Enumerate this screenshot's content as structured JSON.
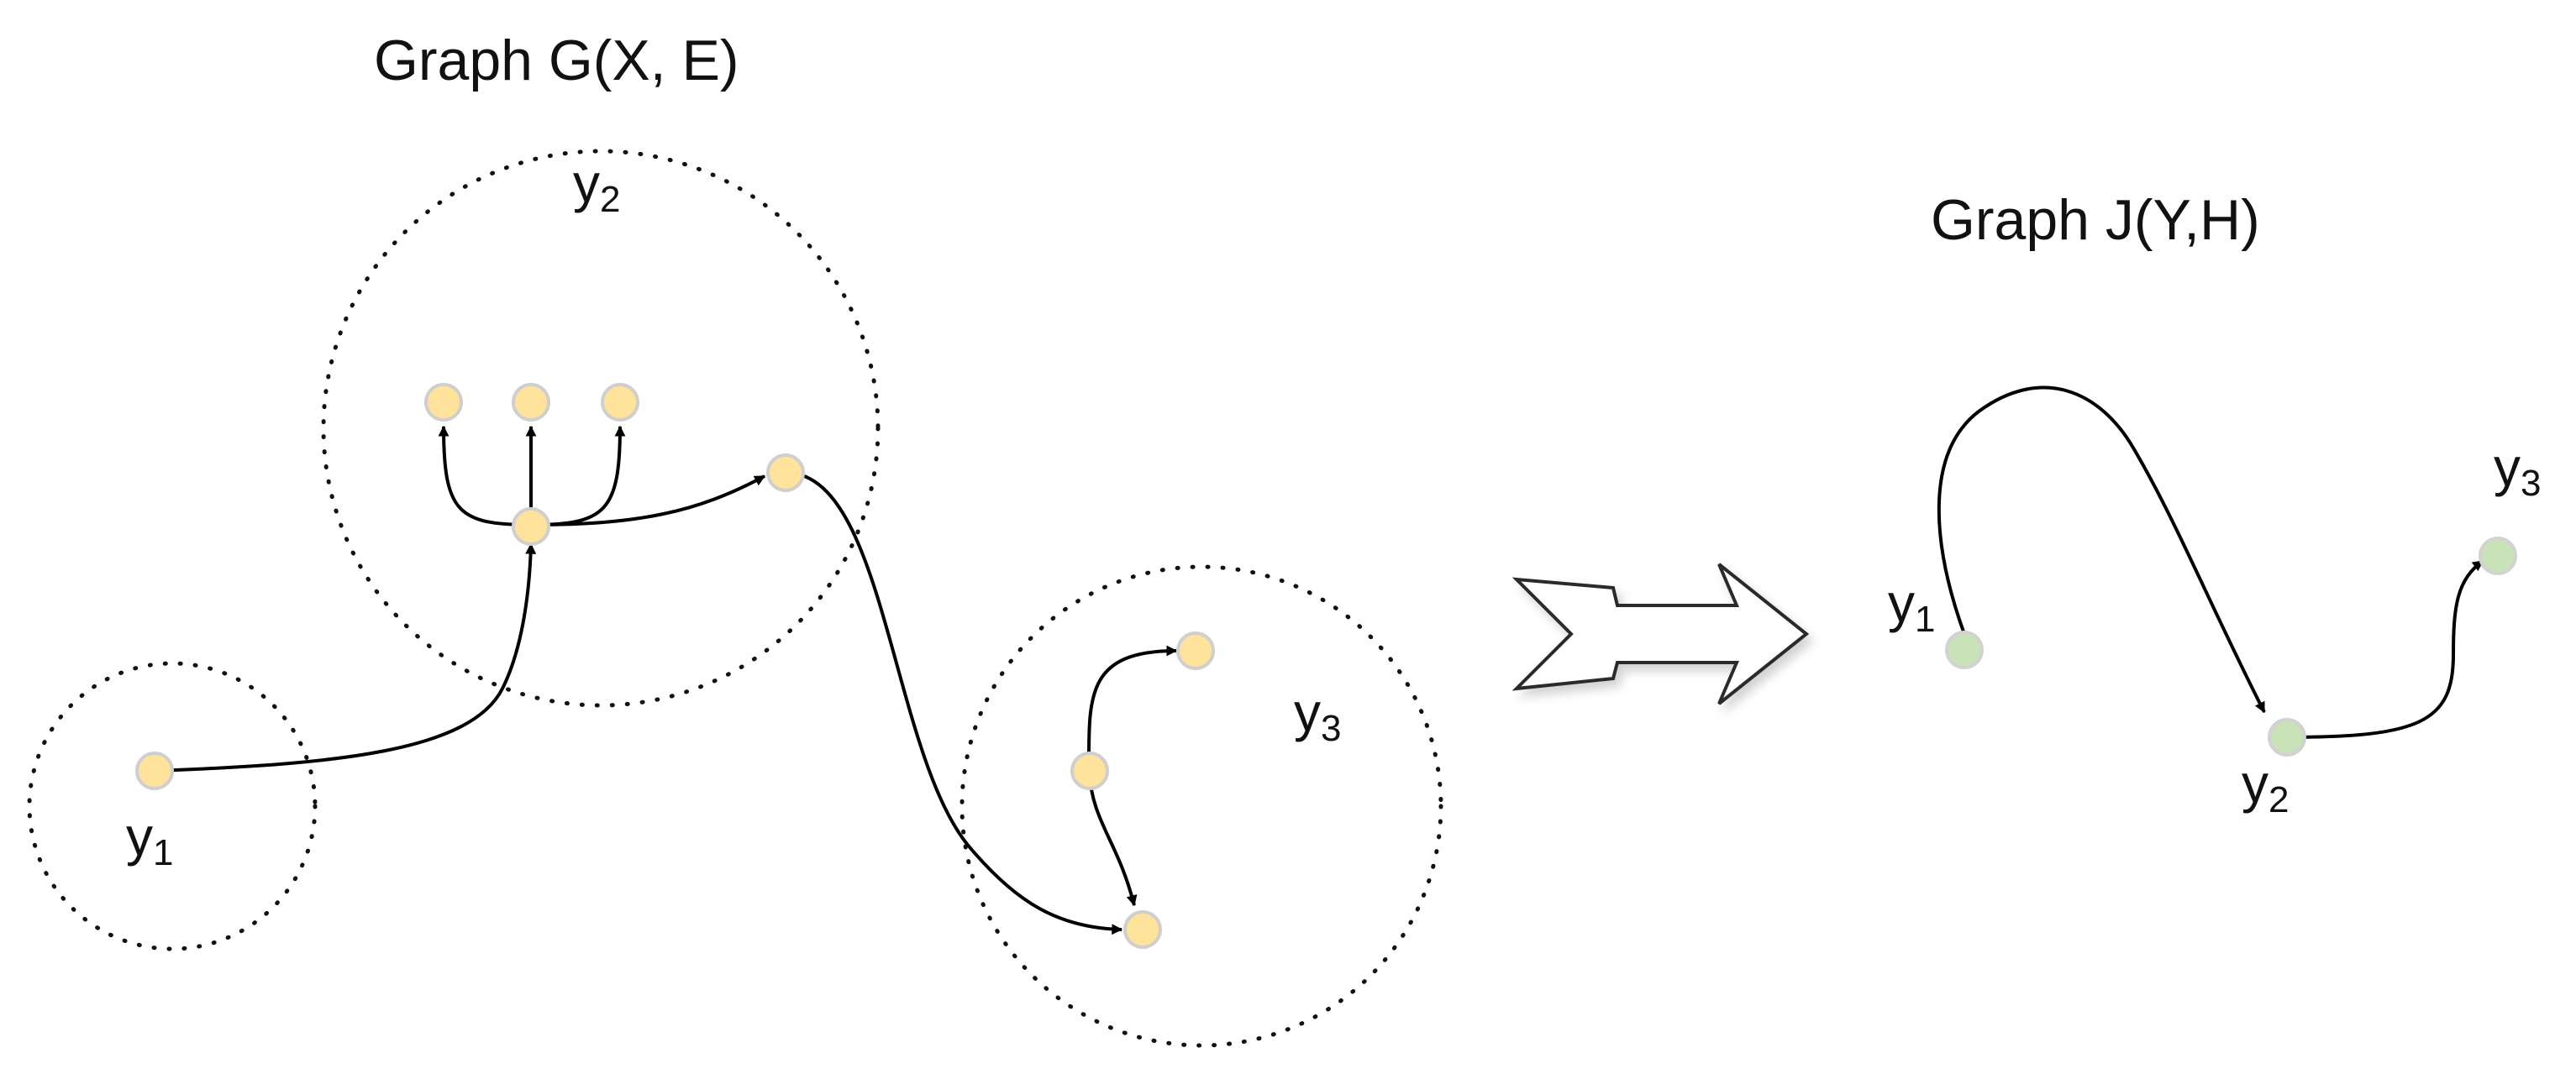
{
  "graph_left": {
    "title": "Graph G(X, E)",
    "clusters": [
      {
        "label_base": "y",
        "label_sub": "1"
      },
      {
        "label_base": "y",
        "label_sub": "2"
      },
      {
        "label_base": "y",
        "label_sub": "3"
      }
    ],
    "node_color": "#FFE39A"
  },
  "graph_right": {
    "title": "Graph J(Y,H)",
    "nodes": [
      {
        "label_base": "y",
        "label_sub": "1"
      },
      {
        "label_base": "y",
        "label_sub": "2"
      },
      {
        "label_base": "y",
        "label_sub": "3"
      }
    ],
    "node_color": "#C9E2B8"
  },
  "transform_arrow": {
    "icon": "block-arrow-right-icon"
  }
}
